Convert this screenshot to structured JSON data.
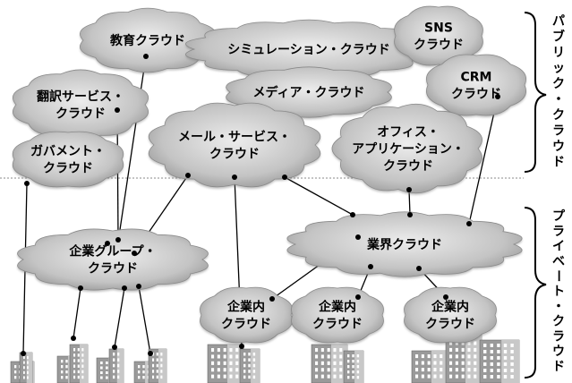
{
  "colors": {
    "cloud_fill_center": "#e8e8e8",
    "cloud_fill_edge": "#a0a0a0",
    "line": "#000000",
    "building_light": "#d9d9d9",
    "building_dark": "#8c8c8c",
    "window": "#ffffff",
    "divider": "#7a7a7a"
  },
  "public_clouds": {
    "education": [
      "教育クラウド"
    ],
    "simulation": [
      "シミュレーション・クラウド"
    ],
    "sns": [
      "SNS",
      "クラウド"
    ],
    "translation": [
      "翻訳サービス・",
      "クラウド"
    ],
    "media": [
      "メディア・クラウド"
    ],
    "crm": [
      "CRM",
      "クラウド"
    ],
    "government": [
      "ガバメント・",
      "クラウド"
    ],
    "mail": [
      "メール・サービス・",
      "クラウド"
    ],
    "office": [
      "オフィス・",
      "アプリケーション・",
      "クラウド"
    ]
  },
  "private_clouds": {
    "corporate_group": [
      "企業グループ・",
      "クラウド"
    ],
    "industry": [
      "業界クラウド"
    ],
    "in_house_1": [
      "企業内",
      "クラウド"
    ],
    "in_house_2": [
      "企業内",
      "クラウド"
    ],
    "in_house_3": [
      "企業内",
      "クラウド"
    ]
  },
  "side_labels": {
    "public": "パブリック・クラウド",
    "private": "プライベート・クラウド"
  }
}
